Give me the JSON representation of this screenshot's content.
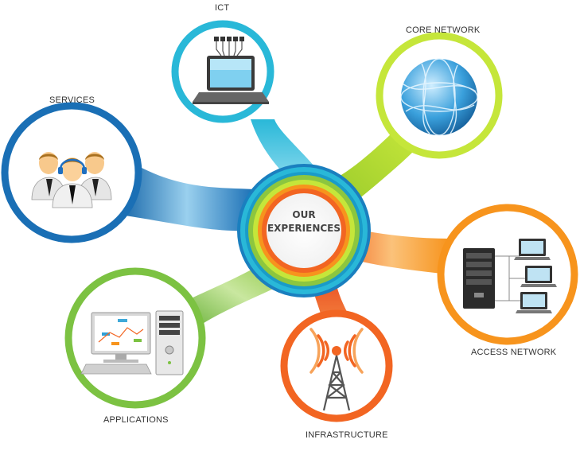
{
  "center": {
    "line1": "OUR",
    "line2": "EXPERIENCES"
  },
  "nodes": {
    "ict": {
      "label": "ICT",
      "icon": "laptop-icon",
      "color": "#29b8d8"
    },
    "core": {
      "label": "CORE NETWORK",
      "icon": "globe-icon",
      "color": "#c5e63a"
    },
    "services": {
      "label": "SERVICES",
      "icon": "people-icon",
      "color": "#1a6fb5"
    },
    "access": {
      "label": "ACCESS NETWORK",
      "icon": "server-laptops-icon",
      "color": "#f7941d"
    },
    "applications": {
      "label": "APPLICATIONS",
      "icon": "desktop-computer-icon",
      "color": "#7cc242"
    },
    "infrastructure": {
      "label": "INFRASTRUCTURE",
      "icon": "cell-tower-icon",
      "color": "#f26522"
    }
  }
}
